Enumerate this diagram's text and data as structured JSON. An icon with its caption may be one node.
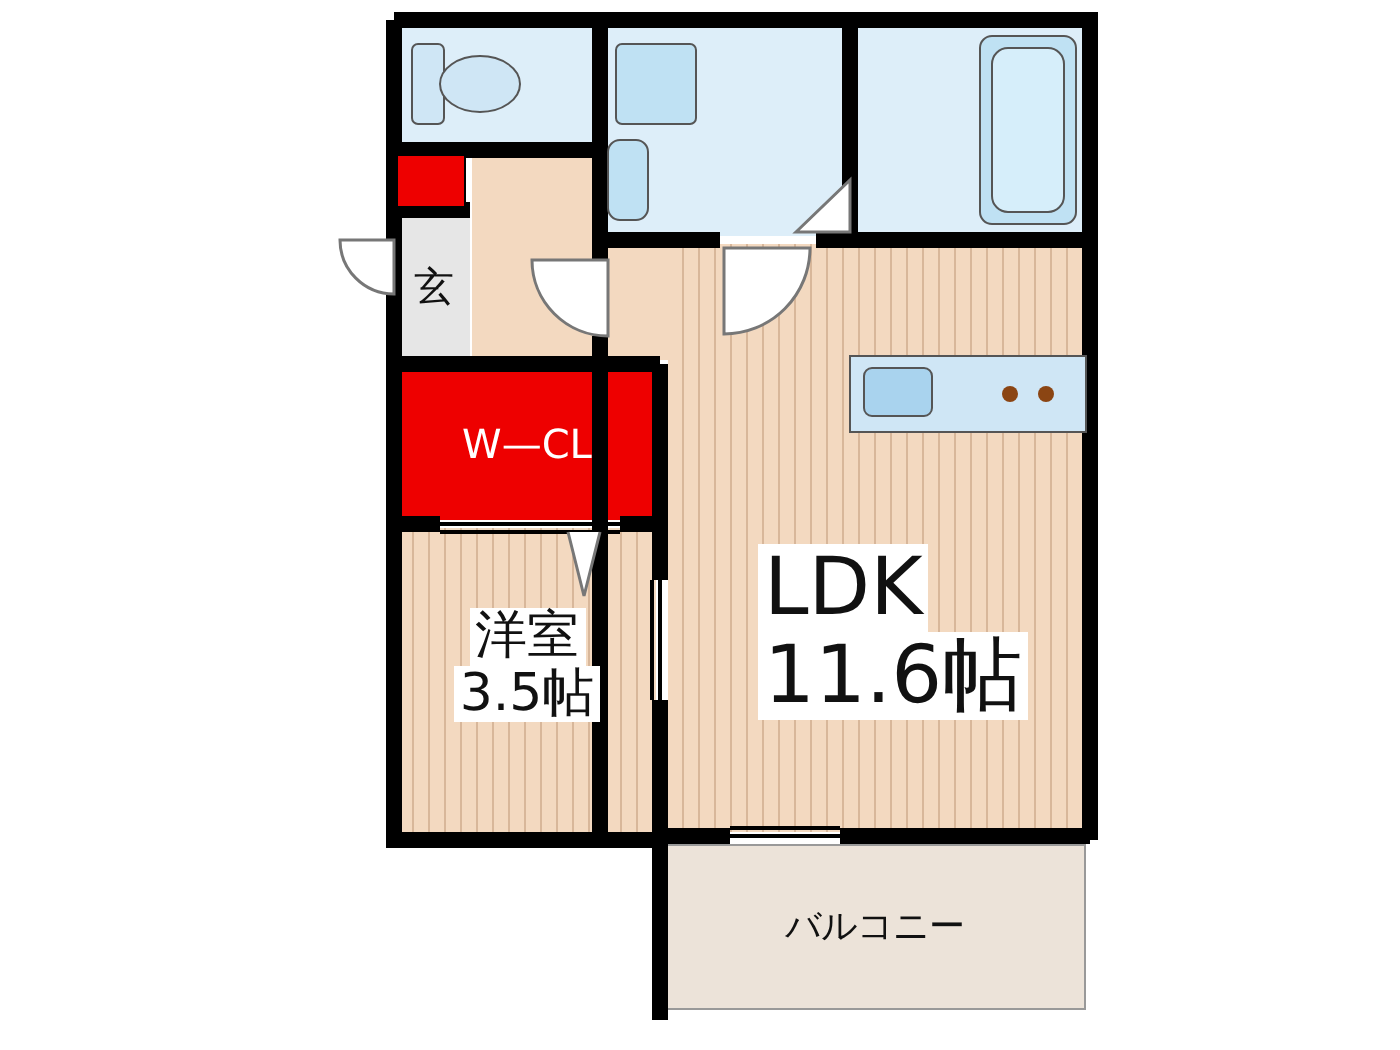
{
  "diagram": {
    "nodes": [
      {
        "text": [],
        "shape": "box"
      },
      {
        "text": [],
        "shape": "box"
      },
      {
        "text": [],
        "shape": "box"
      },
      {
        "text": [
          "玄"
        ]
      },
      {
        "text": [
          "W—CL"
        ]
      },
      {
        "text": [
          "洋室",
          "3.5帖"
        ]
      },
      {
        "text": [
          "LDK",
          "11.6帖"
        ]
      },
      {
        "text": [
          "バルコニー"
        ]
      }
    ]
  }
}
